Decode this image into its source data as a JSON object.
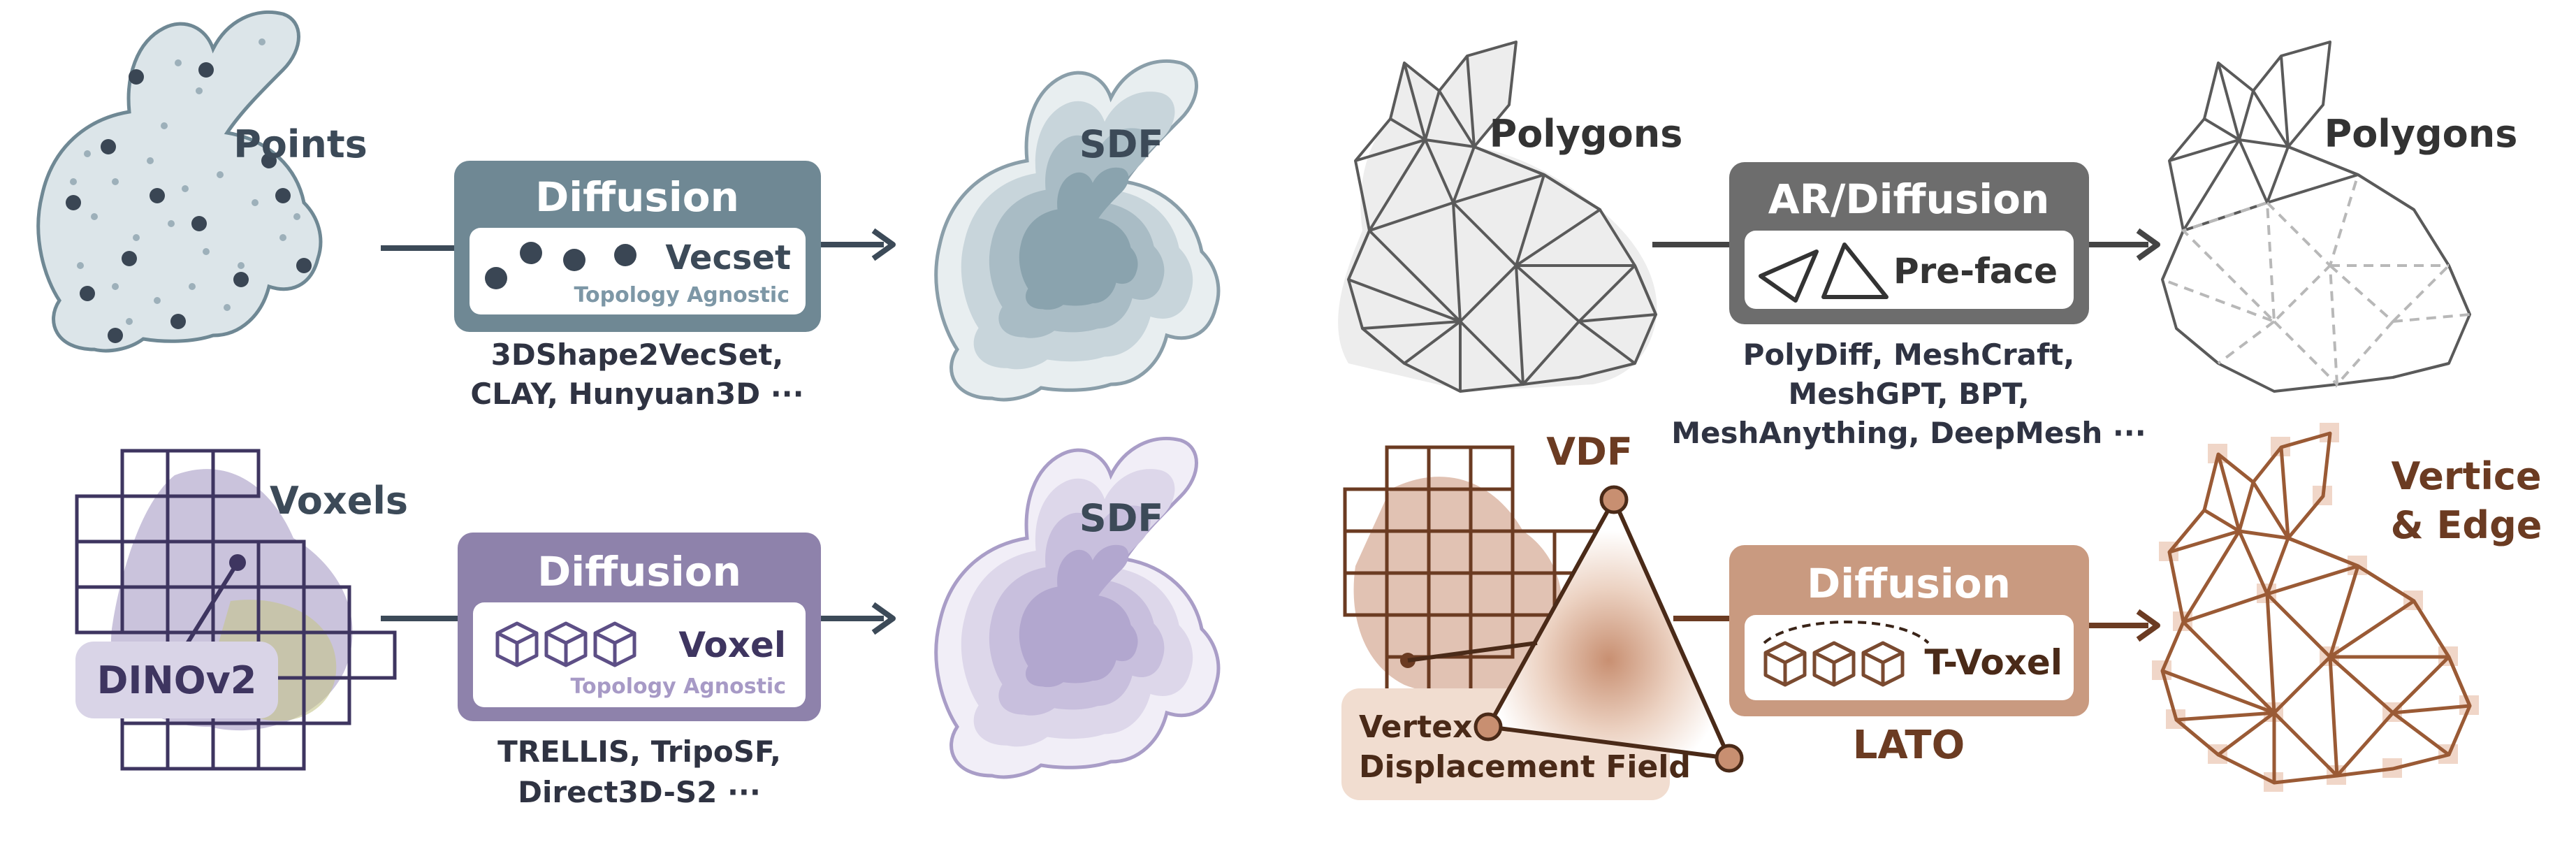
{
  "colors": {
    "slate": "#6f8894",
    "slate_light": "#d3dde2",
    "purple": "#8e82ab",
    "purple_light": "#d9d4e7",
    "gray": "#6d6d6d",
    "gray_light": "#e8e8e8",
    "brown": "#b2785a",
    "brown_dark": "#6b3b22",
    "text_dark": "#3c4a58"
  },
  "icons": [
    "points-bunny-icon",
    "sdf-bunny-icon",
    "voxel-bunny-icon",
    "polygon-bunny-icon",
    "triangle-icon",
    "cube-icon",
    "vdf-triangle-icon",
    "wireframe-bunny-icon"
  ],
  "points_row": {
    "input_label": "Points",
    "box_title": "Diffusion",
    "box_token": "Vecset",
    "box_tag": "Topology Agnostic",
    "output_label": "SDF",
    "citation_line1": "3DShape2VecSet,",
    "citation_line2": "CLAY, Hunyuan3D ···"
  },
  "voxels_row": {
    "input_label": "Voxels",
    "feature_label": "DINOv2",
    "box_title": "Diffusion",
    "box_token": "Voxel",
    "box_tag": "Topology Agnostic",
    "output_label": "SDF",
    "citation_line1": "TRELLIS, TripoSF,",
    "citation_line2": "Direct3D-S2 ···"
  },
  "polygons_row": {
    "input_label": "Polygons",
    "box_title": "AR/Diffusion",
    "box_token": "Pre-face",
    "output_label": "Polygons",
    "citation_line1": "PolyDiff, MeshCraft,",
    "citation_line2": "MeshGPT, BPT,",
    "citation_line3": "MeshAnything, DeepMesh ···"
  },
  "lato_row": {
    "field_label": "VDF",
    "field_caption_line1": "Vertex",
    "field_caption_line2": "Displacement Field",
    "box_title": "Diffusion",
    "box_token": "T-Voxel",
    "method_label": "LATO",
    "output_label_line1": "Vertice",
    "output_label_line2": "& Edge"
  }
}
